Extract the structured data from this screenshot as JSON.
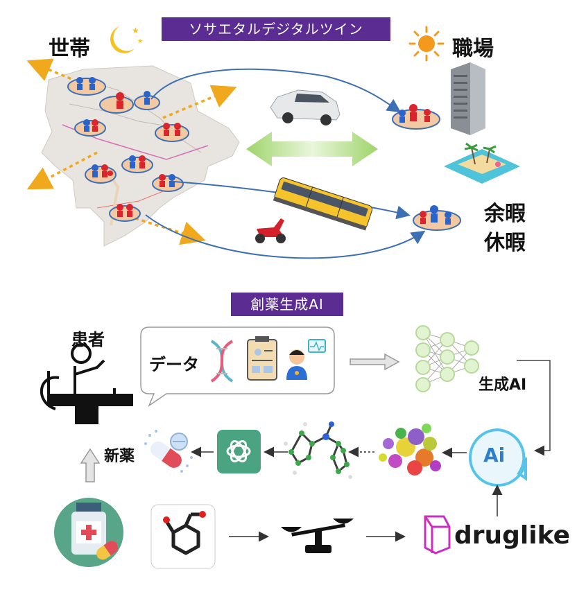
{
  "top_section": {
    "title": "ソサエタルデジタルツイン",
    "household_label": "世帯",
    "workplace_label": "職場",
    "leisure_label_1": "余暇",
    "leisure_label_2": "休暇"
  },
  "bottom_section": {
    "title": "創薬生成AI",
    "patient_label": "患者",
    "data_label": "データ",
    "generative_ai_label": "生成AI",
    "ai_badge_label": "Ai",
    "new_drug_label": "新薬",
    "druglike_label": "druglike"
  },
  "colors": {
    "banner": "#5b2c91",
    "arrow_blue": "#3d6fb5",
    "dotted_orange": "#f0a81c",
    "green_arrow": "#9fd46a",
    "person_red": "#d9252b",
    "person_blue": "#2a63c9"
  }
}
